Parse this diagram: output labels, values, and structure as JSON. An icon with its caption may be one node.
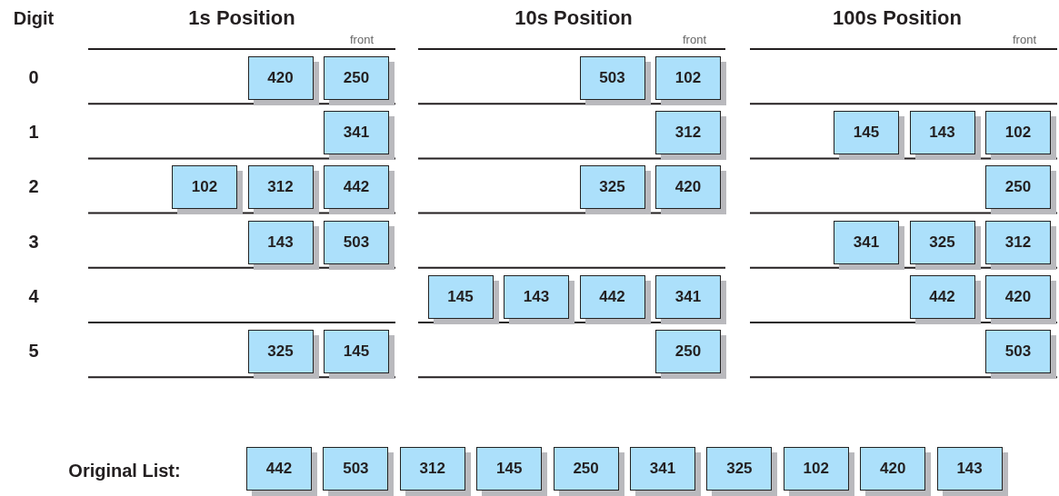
{
  "diagram": {
    "nodes": [
      {
        "text": [
          "420"
        ]
      },
      {
        "text": [
          "250"
        ]
      },
      {
        "text": [
          "503"
        ]
      },
      {
        "text": [
          "102"
        ]
      },
      {
        "text": [
          "341"
        ]
      },
      {
        "text": [
          "312"
        ]
      },
      {
        "text": [
          "145"
        ]
      },
      {
        "text": [
          "143"
        ]
      },
      {
        "text": [
          "102"
        ]
      },
      {
        "text": [
          "102"
        ]
      },
      {
        "text": [
          "312"
        ]
      },
      {
        "text": [
          "442"
        ]
      },
      {
        "text": [
          "325"
        ]
      },
      {
        "text": [
          "420"
        ]
      },
      {
        "text": [
          "250"
        ]
      },
      {
        "text": [
          "143"
        ]
      },
      {
        "text": [
          "503"
        ]
      },
      {
        "text": [
          "341"
        ]
      },
      {
        "text": [
          "325"
        ]
      },
      {
        "text": [
          "312"
        ]
      },
      {
        "text": [
          "145"
        ]
      },
      {
        "text": [
          "143"
        ]
      },
      {
        "text": [
          "442"
        ]
      },
      {
        "text": [
          "341"
        ]
      },
      {
        "text": [
          "442"
        ]
      },
      {
        "text": [
          "420"
        ]
      },
      {
        "text": [
          "325"
        ]
      },
      {
        "text": [
          "145"
        ]
      },
      {
        "text": [
          "250"
        ]
      },
      {
        "text": [
          "503"
        ]
      },
      {
        "text": [
          "442"
        ]
      },
      {
        "text": [
          "503"
        ]
      },
      {
        "text": [
          "312"
        ]
      },
      {
        "text": [
          "145"
        ]
      },
      {
        "text": [
          "250"
        ]
      },
      {
        "text": [
          "341"
        ]
      },
      {
        "text": [
          "325"
        ]
      },
      {
        "text": [
          "102"
        ]
      },
      {
        "text": [
          "420"
        ]
      },
      {
        "text": [
          "143"
        ]
      }
    ],
    "labels": [
      "Digit",
      "1s Position",
      "10s Position",
      "100s Position",
      "front",
      "front",
      "front",
      "0",
      "1",
      "2",
      "3",
      "4",
      "5",
      "Original List:"
    ]
  }
}
